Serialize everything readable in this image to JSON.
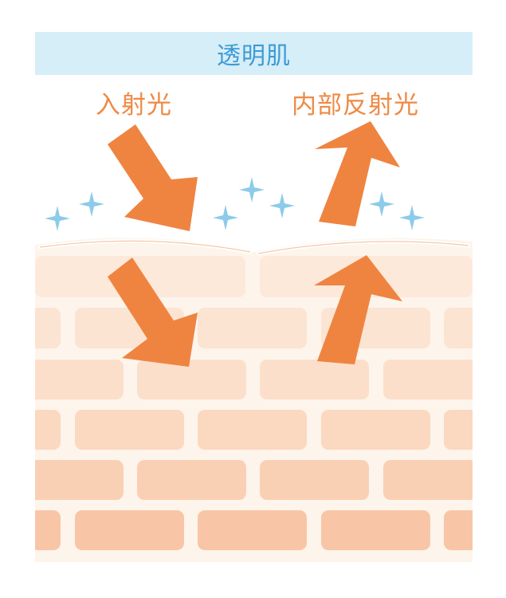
{
  "title": "透明肌",
  "labels": {
    "incident": "入射光",
    "internal_reflection": "内部反射光"
  },
  "colors": {
    "title_bg": "#d6eef8",
    "title_text": "#3d9bd6",
    "label_text": "#ef8a45",
    "arrow": "#ef8440",
    "sparkle": "#8ccbea",
    "skin_bg": "#fdf4ec"
  },
  "icons": [
    "sparkle-icon",
    "arrow-down-right-icon",
    "arrow-up-icon"
  ]
}
